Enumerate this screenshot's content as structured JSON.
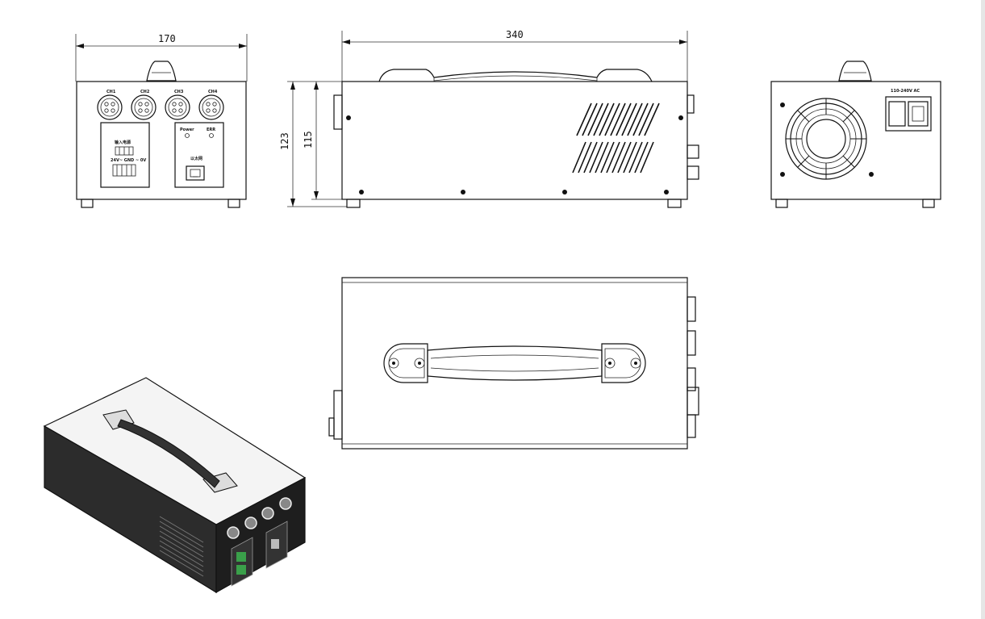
{
  "dimensions": {
    "width": "170",
    "length": "340",
    "height_total": "123",
    "height_body": "115"
  },
  "front_panel": {
    "port_labels": [
      "CH1",
      "CH2",
      "CH3",
      "CH4"
    ],
    "power_label": "Power",
    "err_label": "ERR",
    "terminal_label": "输入电源",
    "terminal_sub": "24V~ GND ~ 0V",
    "network_label": "以太网"
  },
  "rear_panel": {
    "voltage_label": "110-240V AC"
  },
  "colors": {
    "line": "#111111",
    "background": "#ffffff",
    "body_shade_dark": "#2a2a2a",
    "body_shade_light": "#f2f2f2",
    "terminal_green": "#3aa04a"
  }
}
